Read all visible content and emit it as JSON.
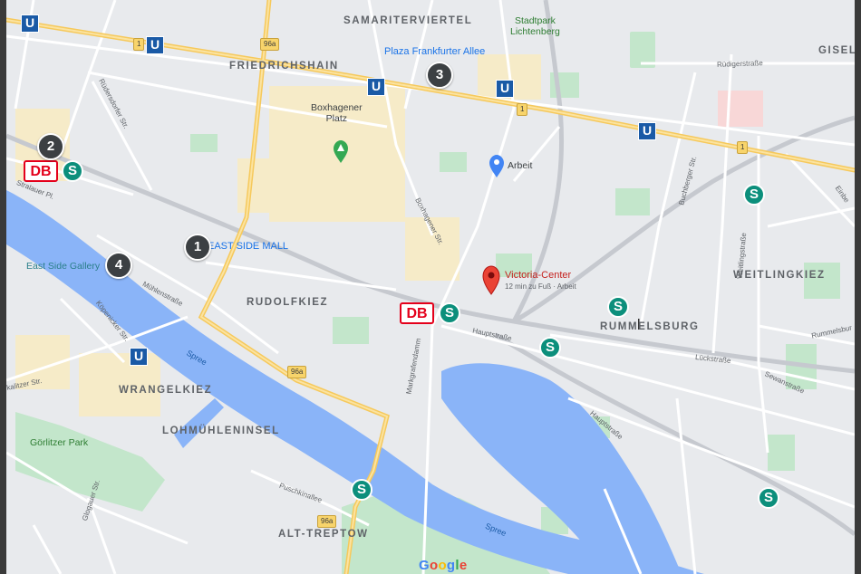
{
  "colors": {
    "land": "#e8eaed",
    "water": "#8ab4f8",
    "park": "#c3e6cb",
    "main_road": "#f6c95c",
    "highway_u": "#1a5aa6",
    "sbahn": "#0c8f7c",
    "db_red": "#e4001b"
  },
  "districts": {
    "samariterviertel": "SAMARITERVIERTEL",
    "friedrichshain": "FRIEDRICHSHAIN",
    "rudolfkiez": "RUDOLFKIEZ",
    "wrangelkiez": "WRANGELKIEZ",
    "lohmuehleninsel": "LOHMÜHLENINSEL",
    "alt_treptow": "ALT-TREPTOW",
    "weitlingkiez": "WEITLINGKIEZ",
    "rummelsburg": "RUMMELSBURG",
    "gisel": "GISEL"
  },
  "places": {
    "plaza": "Plaza Frankfurter Allee",
    "boxhagener": "Boxhagener\nPlatz",
    "stadtpark": "Stadtpark\nLichtenberg",
    "arbeit": "Arbeit",
    "east_side_mall": "EAST SIDE MALL",
    "east_side_gallery": "East Side Gallery",
    "victoria_center": "Victoria-Center",
    "victoria_sub": "12 min zu Fuß · Arbeit",
    "goerlitzer_park": "Görlitzer Park",
    "spree_1": "Spree",
    "spree_2": "Spree"
  },
  "streets": {
    "ruedersdorfer": "Rüdersdorfer Str.",
    "stralauer": "Stralauer Pl.",
    "muehlenstr": "Mühlenstraße",
    "koepenicker": "Köpenicker Str.",
    "skalitzer": "kalitzer Str.",
    "boxhagener_str": "Boxhagener Str.",
    "markgrafendamm": "Markgrafendamm",
    "hauptstr_1": "Hauptstraße",
    "hauptstr_2": "Hauptstraße",
    "buchberger": "Buchberger Str.",
    "weitlingstr": "Weitlingstraße",
    "rudigerstr": "Rüdigerstraße",
    "rummelsburger": "Rummelsbur",
    "lueckstr": "Lückstraße",
    "sewanstr": "Sewanstraße",
    "puschkinallee": "Puschkinallee",
    "glogauer": "Glogauer Str.",
    "einbeck": "Einbe"
  },
  "shields": {
    "s1": "1",
    "s2": "1",
    "s3": "1",
    "s96a_1": "96a",
    "s96a_2": "96a",
    "s96a_3": "96a"
  },
  "markers": {
    "m1": "1",
    "m2": "2",
    "m3": "3",
    "m4": "4"
  },
  "transit": {
    "u": "U",
    "s": "S",
    "db": "DB"
  },
  "google_logo": [
    "G",
    "o",
    "o",
    "g",
    "l",
    "e"
  ]
}
